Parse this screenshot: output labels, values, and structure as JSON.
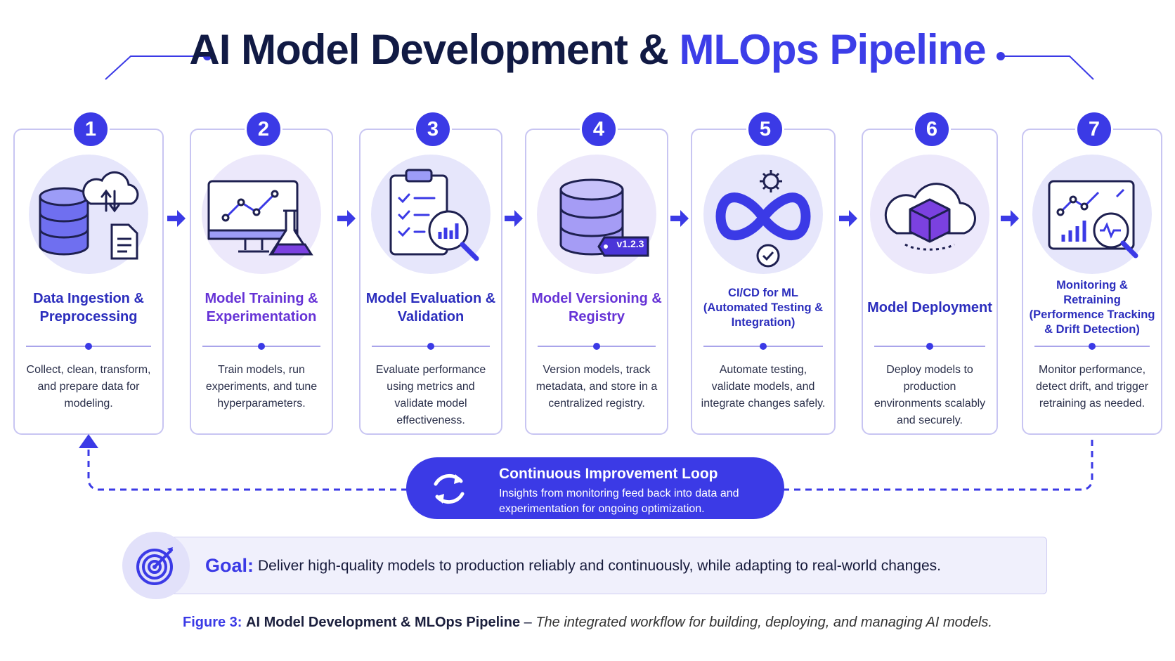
{
  "title": {
    "main": "AI Model Development & ",
    "accent": "MLOps Pipeline"
  },
  "steps": [
    {
      "number": "1",
      "title": "Data Ingestion & Preprocessing",
      "description": "Collect, clean, transform, and prepare data for modeling."
    },
    {
      "number": "2",
      "title": "Model Training & Experimentation",
      "description": "Train models, run experiments, and tune hyperparameters."
    },
    {
      "number": "3",
      "title": "Model Evaluation & Validation",
      "description": "Evaluate performance using metrics and validate model effectiveness."
    },
    {
      "number": "4",
      "title": "Model Versioning & Registry",
      "description": "Version models, track metadata, and store in a centralized registry.",
      "version_tag": "v1.2.3"
    },
    {
      "number": "5",
      "title": "CI/CD for ML (Automated Testing & Integration)",
      "description": "Automate testing, validate models, and integrate changes safely."
    },
    {
      "number": "6",
      "title": "Model Deployment",
      "description": "Deploy models to production environments scalably and securely."
    },
    {
      "number": "7",
      "title": "Monitoring & Retraining (Performence Tracking & Drift Detection)",
      "description": "Monitor performance, detect drift, and trigger retraining as needed."
    }
  ],
  "loop": {
    "title": "Continuous Improvement Loop",
    "description": "Insights from monitoring feed back into data and experimentation for ongoing optimization."
  },
  "goal": {
    "label": "Goal:",
    "text": "Deliver high-quality models to production reliably and continuously, while adapting to real-world changes."
  },
  "caption": {
    "figure": "Figure 3:",
    "name": "AI Model Development & MLOps Pipeline",
    "dash": " – ",
    "description": "The integrated workflow for building, deploying, and managing AI models."
  },
  "colors": {
    "primary": "#3b3ae6",
    "navy": "#111a44",
    "purple": "#6633d6",
    "card_border": "#c8c5f2"
  },
  "icons": [
    "database-icon",
    "cloud-transfer-icon",
    "document-icon",
    "monitor-chart-icon",
    "flask-icon",
    "clipboard-checklist-icon",
    "magnifier-chart-icon",
    "database-tag-icon",
    "infinity-loop-icon",
    "gear-icon",
    "check-circle-icon",
    "cloud-cube-icon",
    "dashboard-monitor-icon",
    "refresh-icon",
    "target-icon"
  ]
}
